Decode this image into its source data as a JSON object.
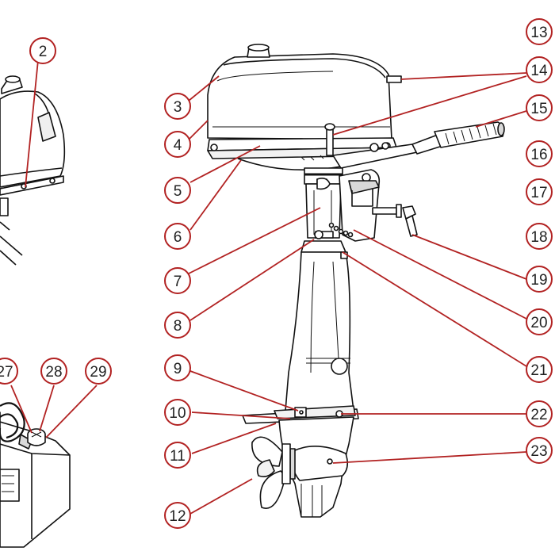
{
  "colors": {
    "callout": "#b22222",
    "line": "#111111",
    "fill": "#ffffff",
    "shade": "#d9d9d9"
  },
  "callouts": [
    {
      "id": "c2",
      "label": "2"
    },
    {
      "id": "c3",
      "label": "3"
    },
    {
      "id": "c4",
      "label": "4"
    },
    {
      "id": "c5",
      "label": "5"
    },
    {
      "id": "c6",
      "label": "6"
    },
    {
      "id": "c7",
      "label": "7"
    },
    {
      "id": "c8",
      "label": "8"
    },
    {
      "id": "c9",
      "label": "9"
    },
    {
      "id": "c10",
      "label": "10"
    },
    {
      "id": "c11",
      "label": "11"
    },
    {
      "id": "c12",
      "label": "12"
    },
    {
      "id": "c13",
      "label": "13"
    },
    {
      "id": "c14",
      "label": "14"
    },
    {
      "id": "c15",
      "label": "15"
    },
    {
      "id": "c16",
      "label": "16"
    },
    {
      "id": "c17",
      "label": "17"
    },
    {
      "id": "c18",
      "label": "18"
    },
    {
      "id": "c19",
      "label": "19"
    },
    {
      "id": "c20",
      "label": "20"
    },
    {
      "id": "c21",
      "label": "21"
    },
    {
      "id": "c22",
      "label": "22"
    },
    {
      "id": "c23",
      "label": "23"
    },
    {
      "id": "c27",
      "label": "27"
    },
    {
      "id": "c28",
      "label": "28"
    },
    {
      "id": "c29",
      "label": "29"
    }
  ]
}
